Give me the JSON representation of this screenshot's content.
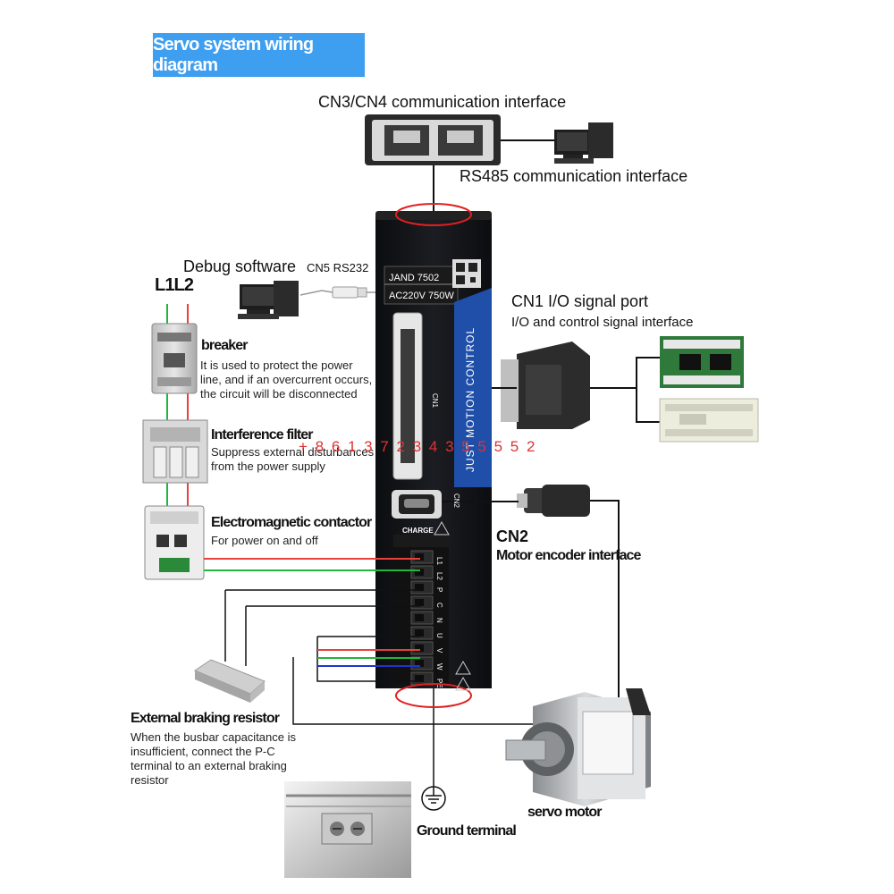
{
  "title": "Servo system wiring diagram",
  "comm": {
    "cn3_cn4_label": "CN3/CN4 communication interface",
    "rs485_label": "RS485 communication interface"
  },
  "debug": {
    "label": "Debug software",
    "port_label": "CN5 RS232"
  },
  "power": {
    "label": "L1L2"
  },
  "drive": {
    "model": "JAND 7502",
    "rating": "AC220V 750W",
    "side_text": "JUST MOTION CONTROL",
    "cn1_tag": "CN1",
    "cn2_tag": "CN2",
    "charge_label": "CHARGE",
    "terminals": [
      "L1",
      "L2",
      "P",
      "C",
      "N",
      "U",
      "V",
      "W",
      "PE"
    ]
  },
  "cn1": {
    "title": "CN1 I/O signal port",
    "subtitle": "I/O and control signal interface"
  },
  "breaker": {
    "title": "breaker",
    "desc": [
      "It is used to protect the power",
      "line, and if an overcurrent occurs,",
      "the circuit will be disconnected"
    ]
  },
  "filter": {
    "title": "Interference filter",
    "desc": [
      "Suppress external disturbances",
      "from the power supply"
    ],
    "overlay_digits": "+ 8 6 1 3 7 2 3 4 3 5 5 5 5 2"
  },
  "contactor": {
    "title": "Electromagnetic contactor",
    "desc": [
      "For power on and off"
    ]
  },
  "cn2": {
    "title": "CN2",
    "subtitle": "Motor encoder interface"
  },
  "braking": {
    "title": "External braking resistor",
    "desc": [
      "When the busbar capacitance is",
      "insufficient, connect the P-C",
      "terminal to an external braking",
      "resistor"
    ]
  },
  "motor": {
    "label": "servo motor"
  },
  "ground": {
    "label": "Ground terminal"
  },
  "colors": {
    "banner": "#3e9ef0",
    "wire_red": "#e8403a",
    "wire_green": "#1fb83a",
    "wire_blue": "#2233cc",
    "wire_black": "#111111",
    "drive_body": "#15161a",
    "drive_stripe": "#1f4fa8",
    "highlight_ellipse": "#e02020"
  }
}
